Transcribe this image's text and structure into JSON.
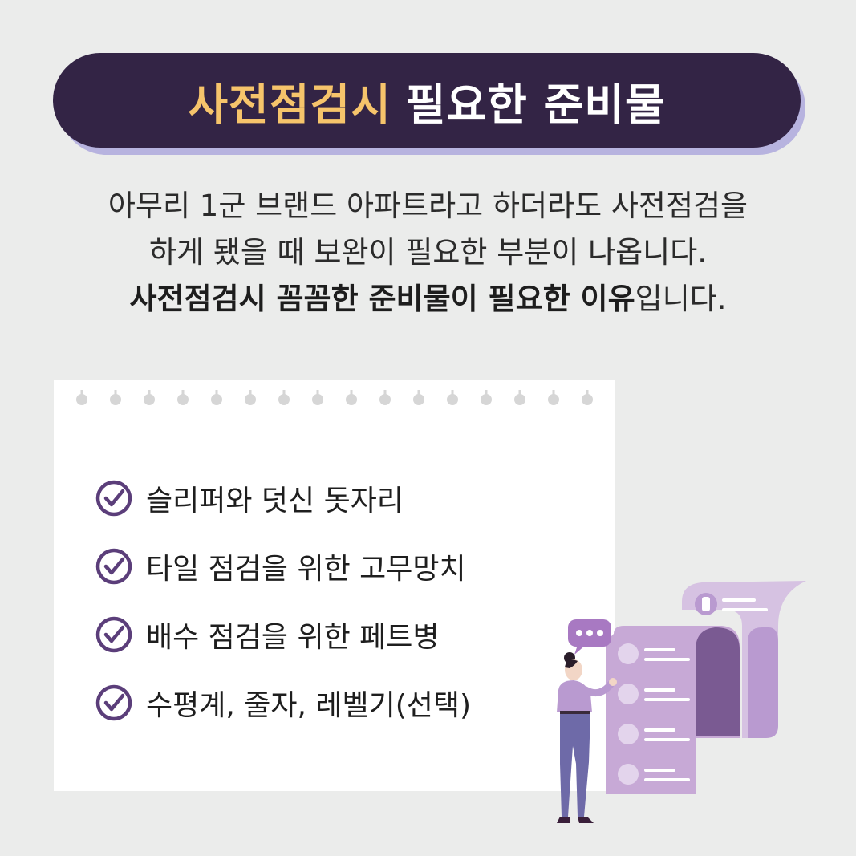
{
  "header": {
    "title_highlight": "사전점검시",
    "title_rest": "필요한 준비물"
  },
  "intro": {
    "line1": "아무리 1군 브랜드 아파트라고 하더라도 사전점검을",
    "line2": "하게 됐을 때 보완이 필요한 부분이 나옵니다.",
    "line3_bold": "사전점검시 꼼꼼한 준비물이 필요한 이유",
    "line3_rest": "입니다."
  },
  "checklist": {
    "items": [
      {
        "label": "슬리퍼와 덧신 돗자리"
      },
      {
        "label": "타일 점검을 위한 고무망치"
      },
      {
        "label": "배수 점검을 위한 페트병"
      },
      {
        "label": "수평계, 줄자, 레벨기(선택)"
      }
    ]
  },
  "colors": {
    "background": "#ebeceb",
    "banner": "#332445",
    "banner_shadow": "#b7b3df",
    "highlight": "#f6c46b",
    "check_accent": "#5b3e7a",
    "scroll_light": "#c7a9d6",
    "scroll_dark": "#7a5a92"
  },
  "icons": [
    "check-circle-icon",
    "speech-bubble-icon",
    "slippers-icon",
    "hammer-icon",
    "mat-icon",
    "level-icon",
    "bottle-icon"
  ]
}
